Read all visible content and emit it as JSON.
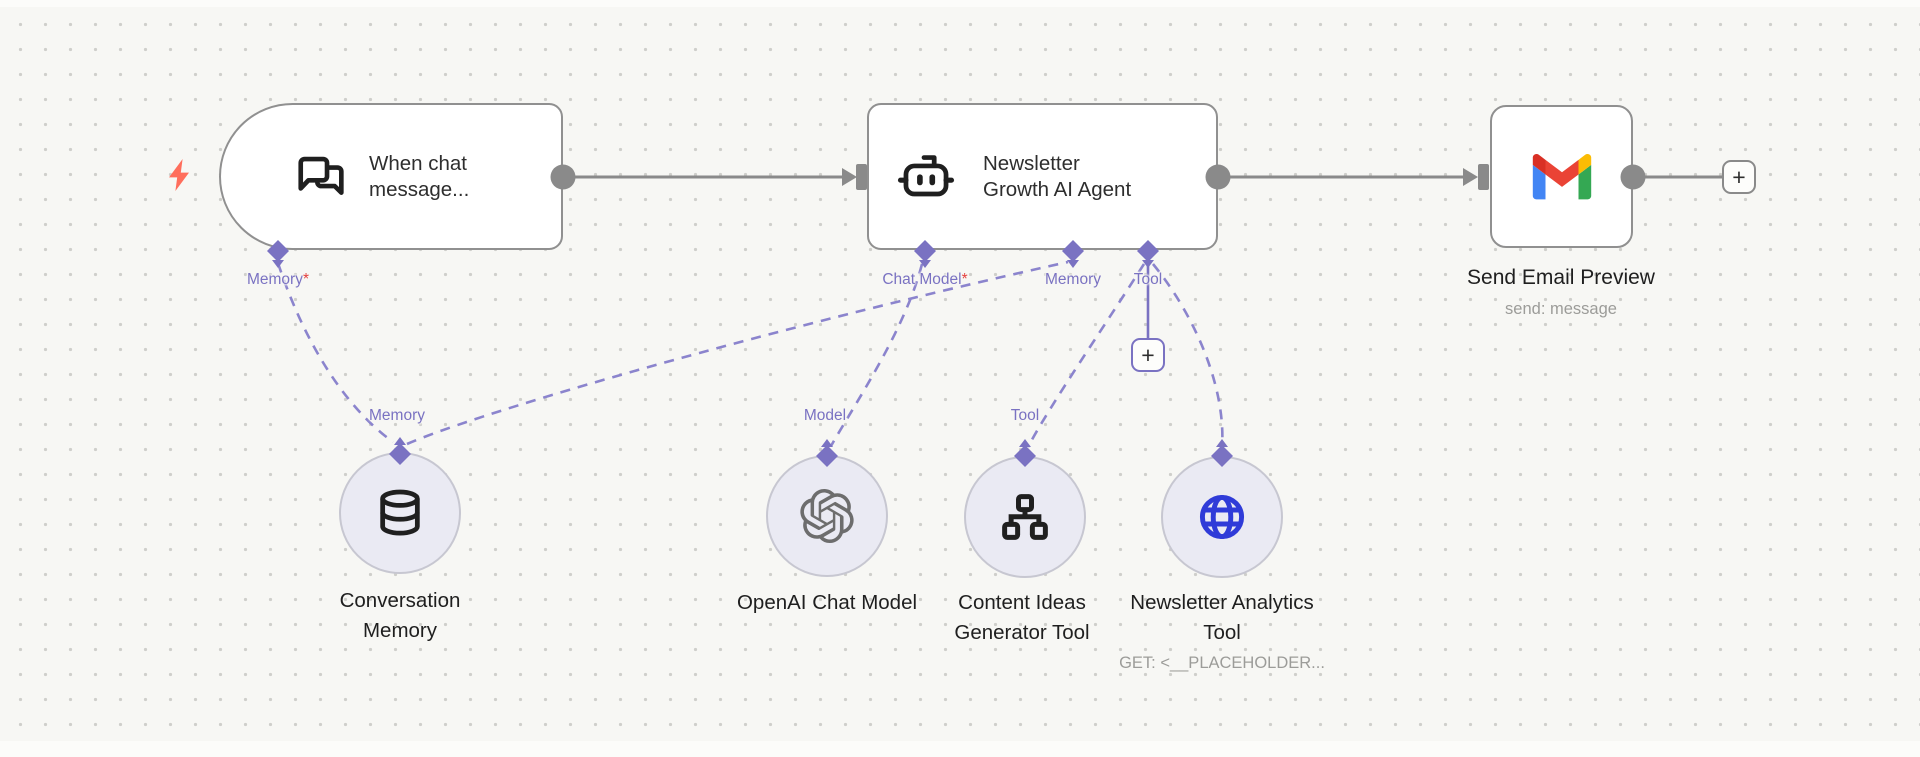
{
  "colors": {
    "canvas_bg": "#f7f7f4",
    "grid_dot": "#cfcfcb",
    "node_border": "#909090",
    "node_bg": "#ffffff",
    "wire_gray": "#8a8a8a",
    "connector_purple": "#7a72c2",
    "dashed_wire_purple": "#8b84cd",
    "required_red": "#e5403e",
    "title_text": "#2e2e2e",
    "muted_text": "#9c9c99",
    "subnode_bg": "#eaeaf3",
    "subnode_border": "#c7c7d1",
    "bolt_coral": "#ff6e5c",
    "globe_blue": "#2f3bd8",
    "openai_gray": "#6d6d6d",
    "gmail_blue": "#4285F4",
    "gmail_green": "#34A853",
    "gmail_red": "#EA4335",
    "gmail_dark_red": "#D93025",
    "gmail_yellow": "#FBBC04"
  },
  "icons": {
    "trigger": "chat-bubbles-icon",
    "agent": "robot-icon",
    "gmail": "gmail-icon",
    "conversation_memory": "database-icon",
    "openai": "openai-logo-icon",
    "content_ideas": "sitemap-icon",
    "analytics": "globe-icon",
    "bolt": "lightning-bolt-icon"
  },
  "trigger_node": {
    "title": "When chat message...",
    "memory_connector": {
      "label": "Memory",
      "required_mark": "*"
    }
  },
  "agent_node": {
    "title": "Newsletter Growth AI Agent",
    "chat_model_connector": {
      "label": "Chat Model",
      "required_mark": "*"
    },
    "memory_connector": {
      "label": "Memory"
    },
    "tool_connector": {
      "label": "Tool"
    },
    "add_tool_button_label": "+"
  },
  "gmail_node": {
    "title": "Send Email Preview",
    "subtitle": "send: message"
  },
  "add_next_button_label": "+",
  "subnodes": {
    "conversation_memory": {
      "connector_label": "Memory",
      "title": "Conversation Memory"
    },
    "openai_chat_model": {
      "connector_label": "Model",
      "title": "OpenAI Chat Model"
    },
    "content_ideas_tool": {
      "connector_label": "Tool",
      "title": "Content Ideas Generator Tool"
    },
    "newsletter_analytics_tool": {
      "title": "Newsletter Analytics Tool",
      "subtitle": "GET: <__PLACEHOLDER..."
    }
  }
}
